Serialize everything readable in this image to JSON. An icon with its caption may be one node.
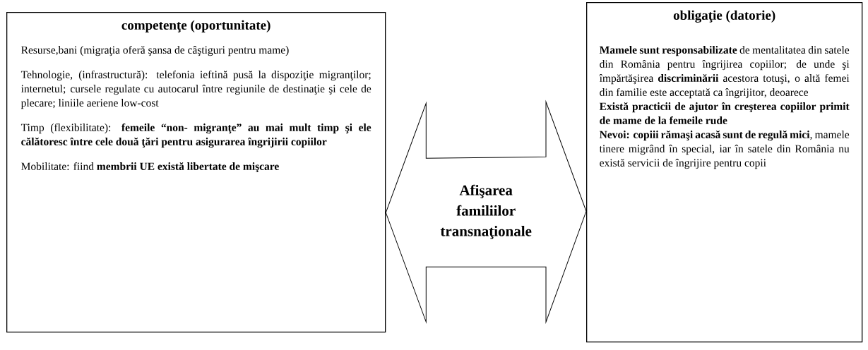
{
  "diagram": {
    "nodes": [
      {
        "text": [
          "competenţe (oportunitate)",
          "Resurse,bani (migraţia oferă şansa de câştiguri pentru mame)",
          "Tehnologie, (infrastructură): telefonia ieftină pusă la dispoziţie migranţilor; internetul; cursele regulate cu autocarul între regiunile de destinaţie şi cele de plecare; liniile aeriene low-cost",
          "Timp (flexibilitate): **femeile “non- migranţe” au mai mult timp şi ele călătoresc între cele două ţări pentru asigurarea îngrijirii copiilor**",
          "Mobilitate: fiind **membrii UE există libertate de mişcare**"
        ]
      },
      {
        "text": [
          "obligaţie (datorie)",
          "**Mamele sunt responsabilizate** de mentalitatea din satele din România pentru îngrijirea copiilor; de unde şi împărtăşirea **discriminării** acestora totuşi, o altă femei din familie este acceptată ca îngrijitor, deoarece",
          "**Există practicii de ajutor în creşterea copiilor primit de mame de la femeile rude**",
          "**Nevoi: copiii rămaşi acasă sunt de regulă mici**, mamele tinere migrând în special, iar în satele din România nu există servicii de îngrijire pentru copii"
        ]
      }
    ],
    "edges": [
      {
        "from": 0,
        "to": 1,
        "arrow": "both",
        "label": "Afişarea familiilor transnaţionale"
      }
    ]
  }
}
